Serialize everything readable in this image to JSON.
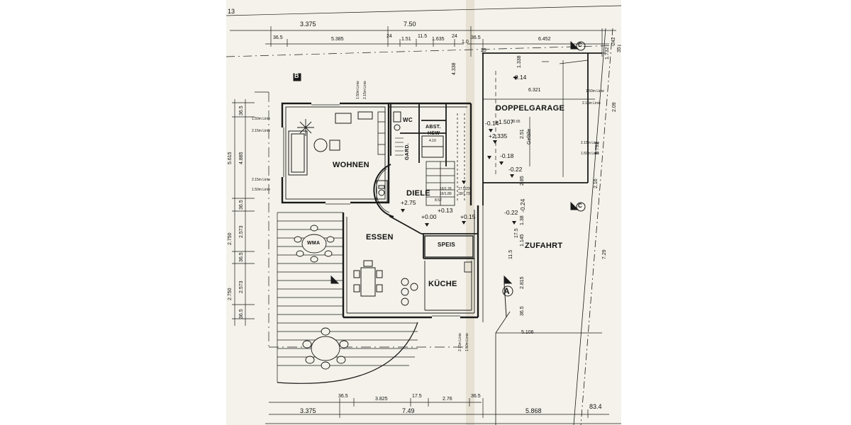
{
  "sheet": {
    "page_number": "13",
    "paper_color": "#f4f2ea",
    "ink_color": "#1a1a1a"
  },
  "rooms": {
    "wohnen": "WOHNEN",
    "diele": "DIELE",
    "essen": "ESSEN",
    "kueche": "KÜCHE",
    "speis": "SPEIS",
    "wc": "WC",
    "abst": "ABST.",
    "hsw": "HSW",
    "gard": "GARD.",
    "doppelgarage": "DOPPELGARAGE",
    "zufahrt": "ZUFAHRT",
    "wma_top": "WMA",
    "gefaelle": "Gefälle"
  },
  "section_marks": {
    "b": "B",
    "a": "A",
    "c_top": "C",
    "c_bottom": "C"
  },
  "top_dims": {
    "overall_left": "3.375",
    "overall_mid": "7.50",
    "d1": "36.5",
    "d2": "5.385",
    "d3": "24",
    "d4": "1.51",
    "d5": "11.5",
    "d6": "1.635",
    "d7": "24",
    "d8": "1.0",
    "d9": "36.5",
    "d10": "25",
    "garage_width": "6.452",
    "right_a": "1.732",
    "right_b": "242",
    "right_c": "35",
    "garage_inner": "6.321",
    "stair_height": "4.338",
    "garage_depth": "1.338"
  },
  "bottom_dims": {
    "d1": "36.5",
    "d2": "3.825",
    "d3": "17.5",
    "d4": "2.76",
    "d5": "36.5",
    "overall_left": "3.375",
    "overall_mid": "7.49",
    "overall_right": "5.868",
    "overall_far": "83.4",
    "drive_width": "5.106"
  },
  "left_dims": {
    "d1": "36.5",
    "d2": "4.885",
    "d3": "36.5",
    "d4": "2.573",
    "d5": "36.5",
    "d6": "2.573",
    "d7": "36.5",
    "overall_a": "5.615",
    "overall_b": "2.750",
    "overall_c": "2.750"
  },
  "right_dims": {
    "d1": "2.51",
    "d2": "2.85",
    "d3": "1.38",
    "d4": "11.5",
    "d5": "1.145",
    "d6": "17.5",
    "d7": "2.815",
    "d8": "36.5",
    "d9": "5.792",
    "d10": "2.16",
    "d11": "7.29",
    "d12": "2.09"
  },
  "levels": {
    "garage_top": "-0.14",
    "garage_a": "-0.14",
    "garage_b": "-0.18",
    "garage_c": "-0.22",
    "garage_d": "-0.22",
    "garage_e": "-0.24",
    "stair_top": "+2.335",
    "stair_mid": "+1.507",
    "diele_upper": "+2.75",
    "diele": "+0.00",
    "diele_step": "+0.13",
    "right_step": "+0.15"
  },
  "line_notes": {
    "l150": "1.50m Linie",
    "l215": "2.15m Linie"
  },
  "small_notes": {
    "hsw_dim": "4.10",
    "diele_dim": "8.52",
    "stair_a": "32.65",
    "stair_b": "16/1.76",
    "stair_c": "16/1.89",
    "stair_d": "17.5/23",
    "stair_e": "18/1.73"
  }
}
